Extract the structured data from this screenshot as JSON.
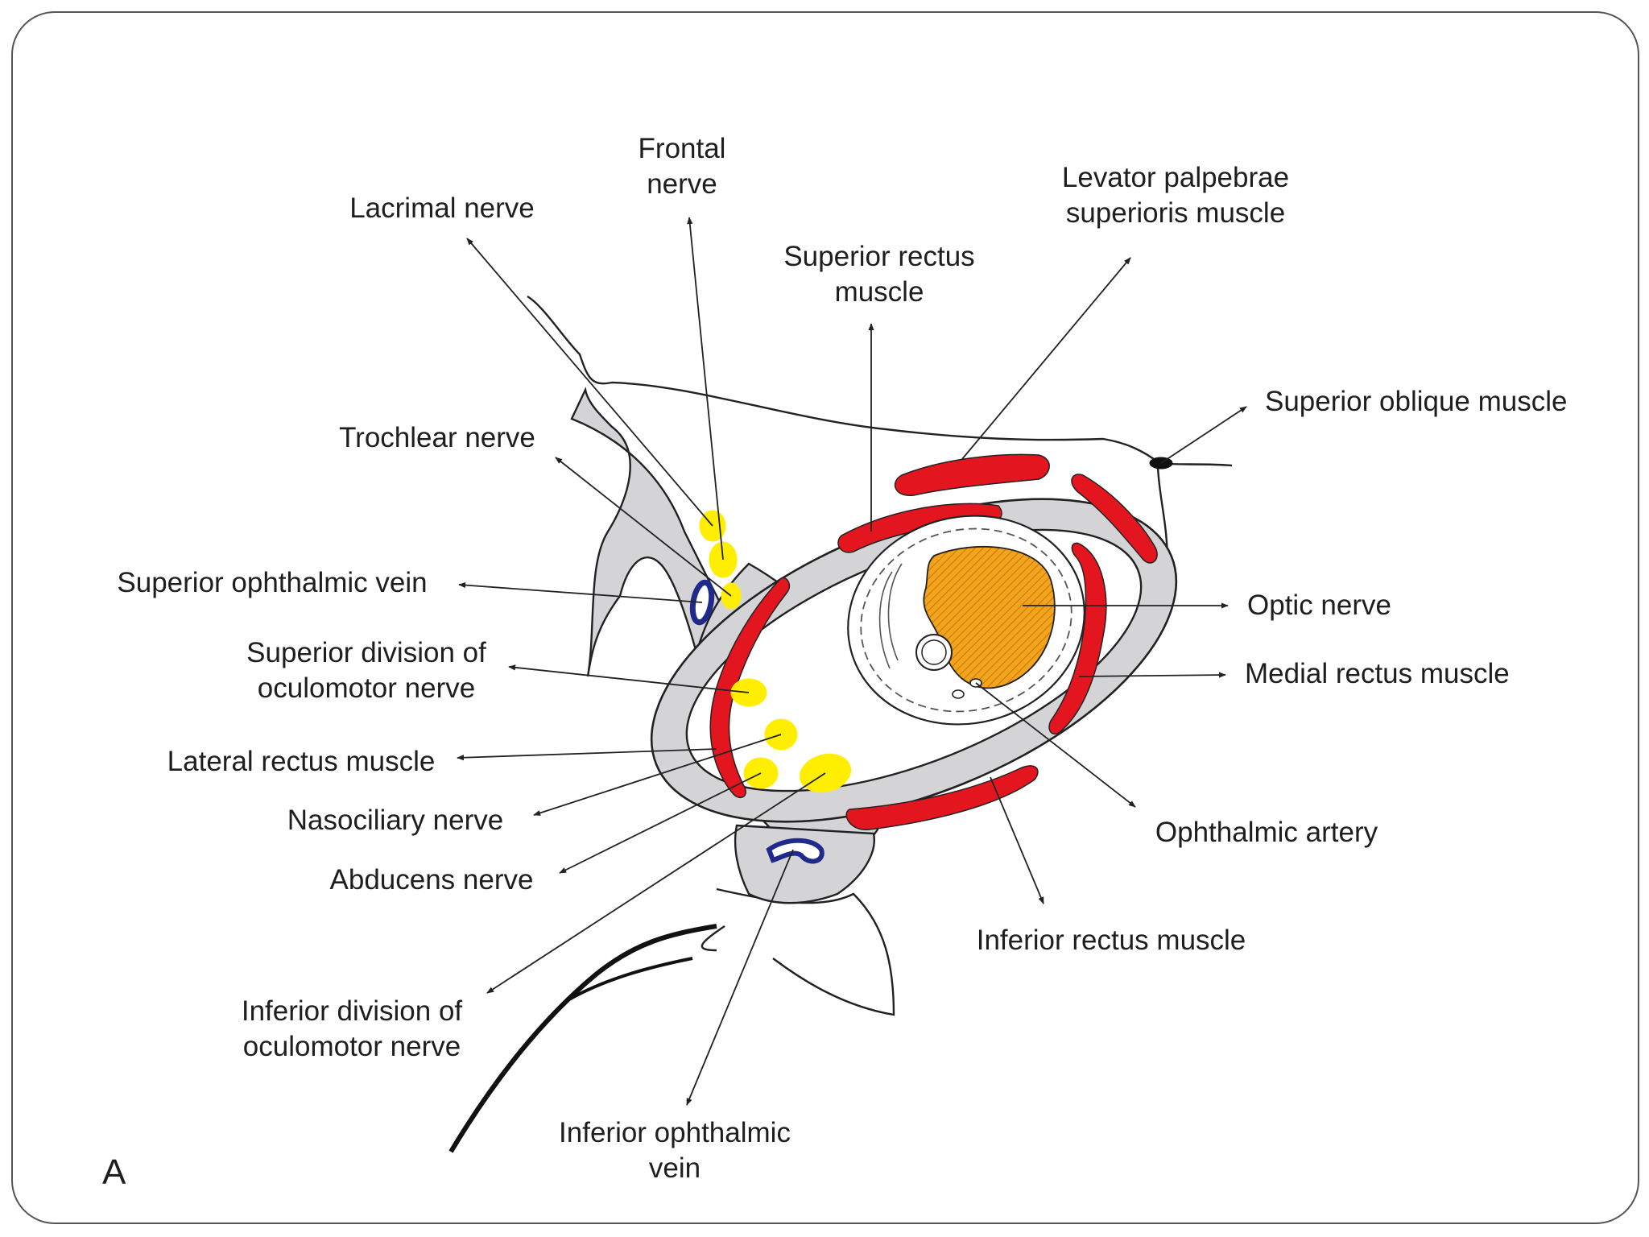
{
  "figure": {
    "panel_letter": "A",
    "colors": {
      "muscle": "#e3161f",
      "nerve": "#ffee00",
      "vein": "#1f2a8c",
      "tendon_ring": "#d4d4d6",
      "optic_nerve": "#f2a41c",
      "outline": "#222222"
    },
    "labels": {
      "frontal_nerve": [
        "Frontal",
        "nerve"
      ],
      "lacrimal_nerve": [
        "Lacrimal nerve"
      ],
      "levator_palpebrae": [
        "Levator palpebrae",
        "superioris muscle"
      ],
      "superior_rectus": [
        "Superior rectus",
        "muscle"
      ],
      "superior_oblique": [
        "Superior oblique muscle"
      ],
      "trochlear_nerve": [
        "Trochlear nerve"
      ],
      "superior_ophthalmic_vein": [
        "Superior ophthalmic vein"
      ],
      "optic_nerve": [
        "Optic nerve"
      ],
      "superior_division_oculomotor": [
        "Superior division of",
        "oculomotor nerve"
      ],
      "medial_rectus": [
        "Medial rectus muscle"
      ],
      "lateral_rectus": [
        "Lateral rectus muscle"
      ],
      "nasociliary_nerve": [
        "Nasociliary nerve"
      ],
      "ophthalmic_artery": [
        "Ophthalmic artery"
      ],
      "abducens_nerve": [
        "Abducens nerve"
      ],
      "inferior_rectus": [
        "Inferior rectus muscle"
      ],
      "inferior_division_oculomotor": [
        "Inferior division of",
        "oculomotor nerve"
      ],
      "inferior_ophthalmic_vein": [
        "Inferior ophthalmic",
        "vein"
      ]
    }
  }
}
